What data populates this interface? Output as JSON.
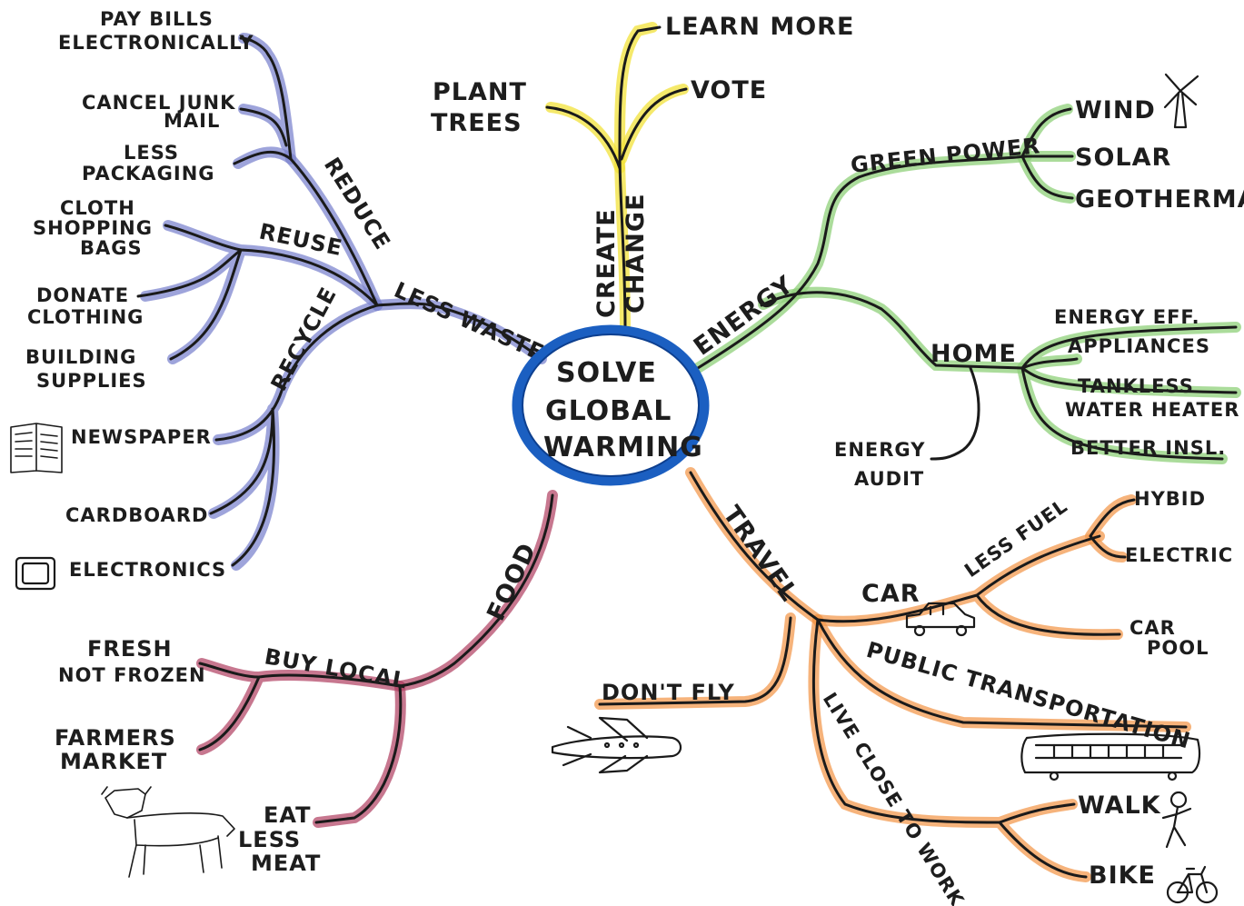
{
  "center": {
    "lines": [
      "SOLVE",
      "GLOBAL",
      "WARMING"
    ]
  },
  "colors": {
    "center": "#1b5fc1",
    "create_change": "#f2e23a",
    "energy": "#8fd07a",
    "travel": "#f3994f",
    "food": "#b44a6a",
    "less_waste": "#7e86cf"
  },
  "create_change": {
    "label_1": "CREATE",
    "label_2": "CHANGE",
    "items": [
      "LEARN MORE",
      "VOTE",
      "PLANT TREES"
    ],
    "plant_trees_lines": [
      "PLANT",
      "TREES"
    ]
  },
  "energy": {
    "label": "ENERGY",
    "green_power": {
      "label": "GREEN POWER",
      "items": [
        "WIND",
        "SOLAR",
        "GEOTHERMAL"
      ]
    },
    "home": {
      "label": "HOME",
      "items": [
        "ENERGY EFF.",
        "APPLIANCES",
        "TANKLESS",
        "WATER HEATER",
        "BETTER INSL."
      ]
    },
    "audit_lines": [
      "ENERGY",
      "AUDIT"
    ]
  },
  "travel": {
    "label": "TRAVEL",
    "car": {
      "label": "CAR",
      "less_fuel": "LESS FUEL",
      "fuel_items": [
        "HYBID",
        "ELECTRIC"
      ],
      "carpool_lines": [
        "CAR",
        "POOL"
      ]
    },
    "dont_fly": "DON'T FLY",
    "public_transportation": "PUBLIC TRANSPORTATION",
    "live_close": {
      "label": "LIVE CLOSE TO WORK",
      "items": [
        "WALK",
        "BIKE"
      ]
    }
  },
  "food": {
    "label": "FOOD",
    "buy_local": "BUY LOCAL",
    "fresh_lines": [
      "FRESH",
      "NOT FROZEN"
    ],
    "farmers_lines": [
      "FARMERS",
      "MARKET"
    ],
    "eat_less_lines": [
      "EAT",
      "LESS",
      "MEAT"
    ]
  },
  "less_waste": {
    "label": "LESS WASTE",
    "reduce": {
      "label": "REDUCE",
      "pay_bills_lines": [
        "PAY BILLS",
        "ELECTRONICALLY"
      ],
      "junk_mail_lines": [
        "CANCEL JUNK",
        "MAIL"
      ],
      "packaging_lines": [
        "LESS",
        "PACKAGING"
      ]
    },
    "reuse": {
      "label": "REUSE",
      "bags_lines": [
        "CLOTH",
        "SHOPPING",
        "BAGS"
      ],
      "donate_lines": [
        "DONATE",
        "CLOTHING"
      ],
      "supplies_lines": [
        "BUILDING",
        "SUPPLIES"
      ]
    },
    "recycle": {
      "label": "RECYCLE",
      "items": [
        "NEWSPAPER",
        "CARDBOARD",
        "ELECTRONICS"
      ]
    }
  }
}
